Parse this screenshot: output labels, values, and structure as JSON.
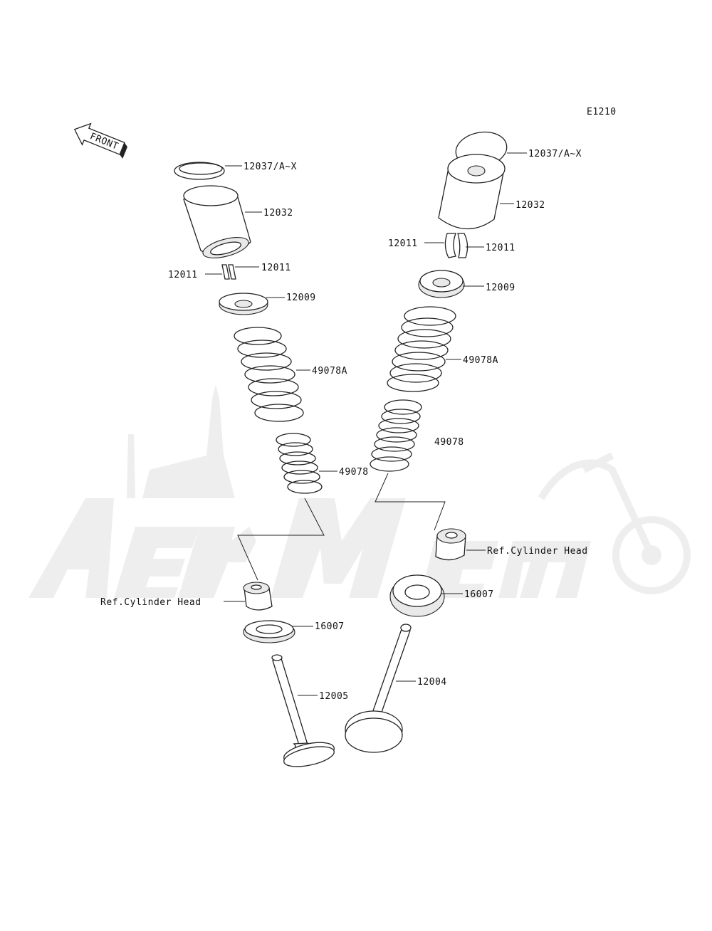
{
  "diagram_code": "E1210",
  "front_arrow": {
    "label": "FRONT",
    "icon": "front-direction-arrow-icon"
  },
  "left_assembly": {
    "shim": "12037/A~X",
    "tappet": "12032",
    "keeper_a": "12011",
    "keeper_b": "12011",
    "retainer": "12009",
    "outer_spring": "49078A",
    "inner_spring": "49078",
    "seat_ref": "Ref.Cylinder Head",
    "seal": "16007",
    "valve": "12005"
  },
  "right_assembly": {
    "shim": "12037/A~X",
    "tappet": "12032",
    "keeper_a": "12011",
    "keeper_b": "12011",
    "retainer": "12009",
    "outer_spring": "49078A",
    "inner_spring": "49078",
    "seat_ref": "Ref.Cylinder Head",
    "seal": "16007",
    "valve": "12004"
  },
  "watermark": {
    "icon": "motorcycle-watermark-icon"
  }
}
